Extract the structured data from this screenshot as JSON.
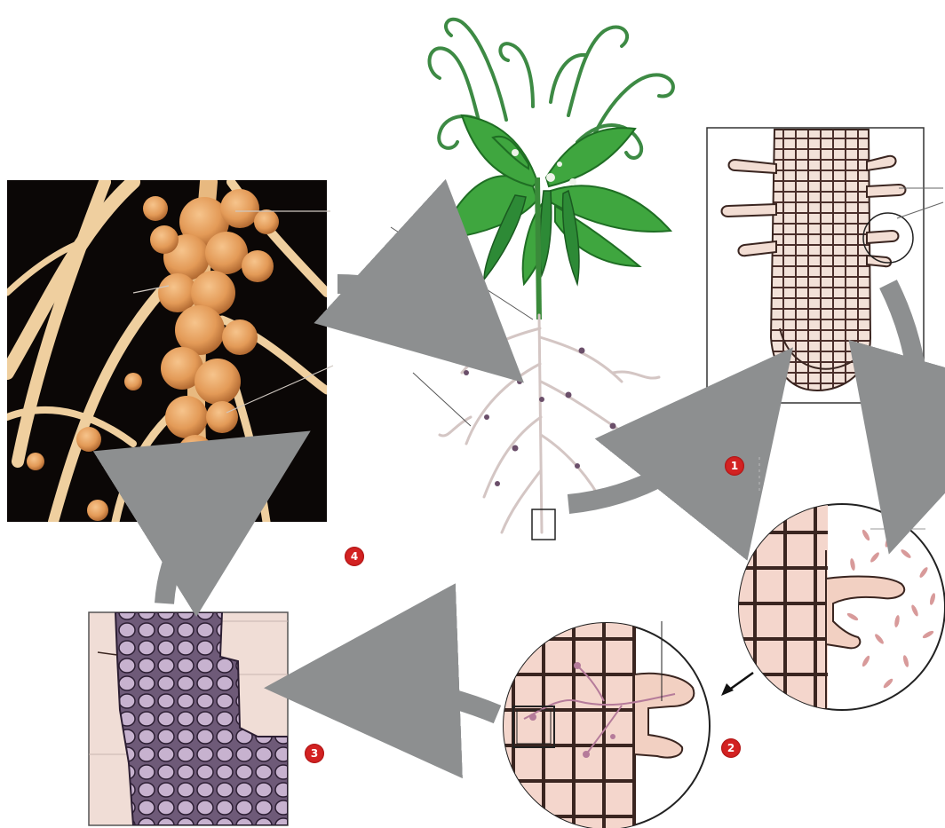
{
  "steps": [
    {
      "number": "1"
    },
    {
      "number": "2"
    },
    {
      "number": "3"
    },
    {
      "number": "4"
    }
  ],
  "colors": {
    "leaf": "#3fa63f",
    "leaf_dark": "#1f6e24",
    "root": "#e6d7d2",
    "root_outline": "#5a3d3a",
    "cell_fill": "#f4d6cc",
    "cell_wall": "#3a2520",
    "nodule": "#e6a45e",
    "photo_bg": "#0b0706",
    "arrow": "#8d8f90",
    "badge": "#d32222",
    "bacteria": "#d89a9a"
  },
  "icons": [
    "curved-arrow-icon",
    "leader-line-icon"
  ]
}
